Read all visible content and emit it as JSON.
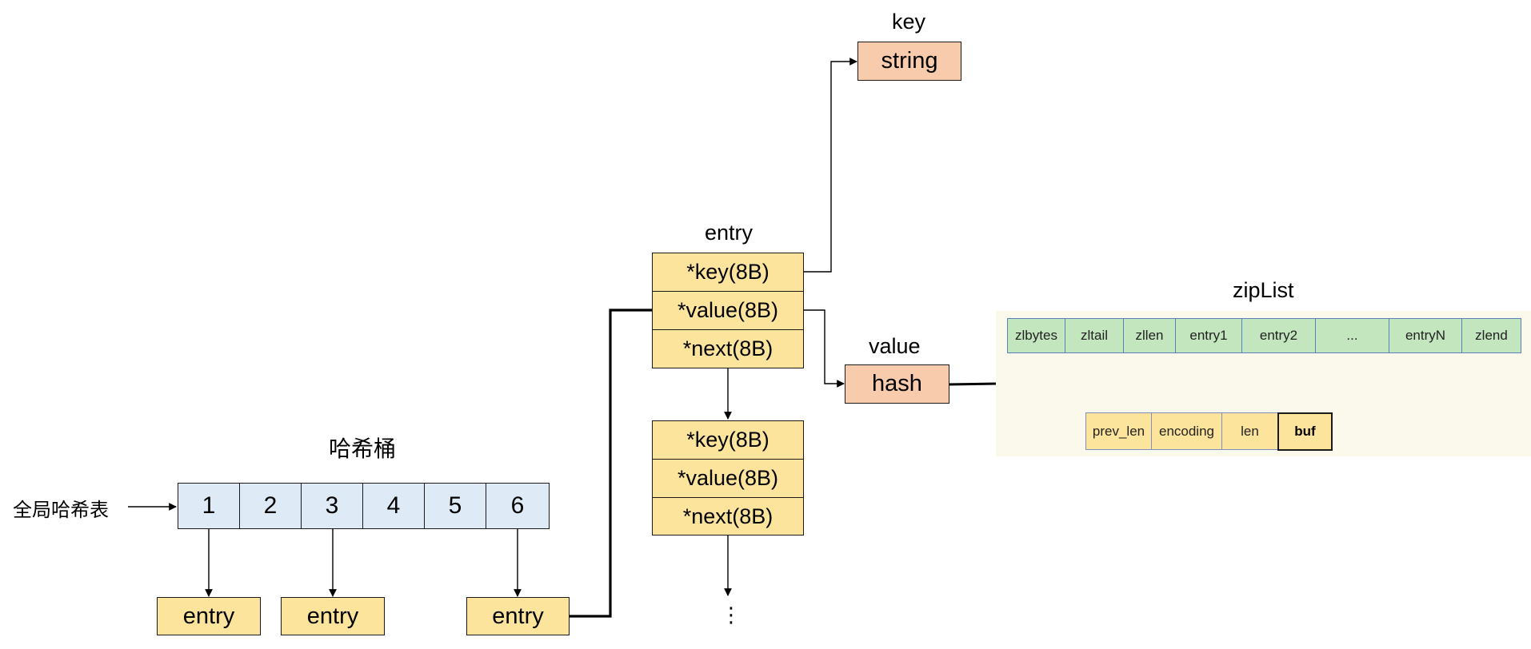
{
  "global_table": {
    "label": "全局哈希表"
  },
  "bucket": {
    "title": "哈希桶",
    "slots": [
      "1",
      "2",
      "3",
      "4",
      "5",
      "6"
    ]
  },
  "bucket_entries": {
    "entry1": "entry",
    "entry3": "entry",
    "entry6": "entry"
  },
  "entry_node": {
    "title": "entry",
    "key": "*key(8B)",
    "value": "*value(8B)",
    "next": "*next(8B)"
  },
  "next_node": {
    "key": "*key(8B)",
    "value": "*value(8B)",
    "next": "*next(8B)"
  },
  "continuation": "⋮",
  "key_box": {
    "title": "key",
    "type": "string"
  },
  "value_box": {
    "title": "value",
    "type": "hash"
  },
  "ziplist": {
    "title": "zipList",
    "fields": [
      "zlbytes",
      "zltail",
      "zllen",
      "entry1",
      "entry2",
      "...",
      "entryN",
      "zlend"
    ],
    "entry_fields": [
      "prev_len",
      "encoding",
      "len",
      "buf"
    ]
  }
}
